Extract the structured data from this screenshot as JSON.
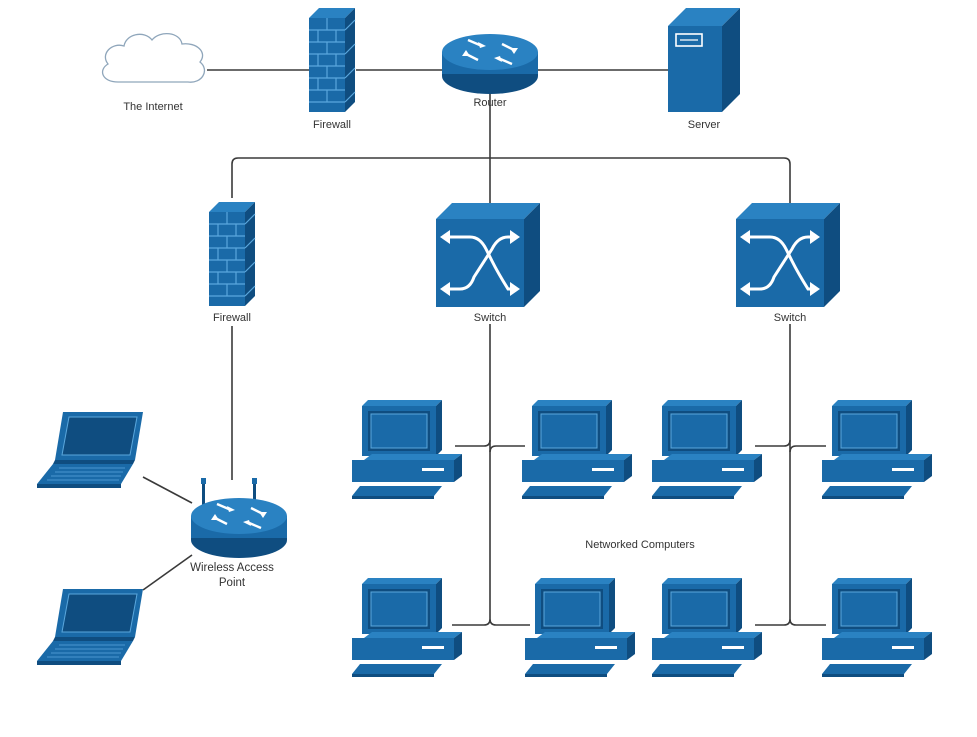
{
  "diagram": {
    "nodes": {
      "internet": {
        "label": "The Internet",
        "icon": "cloud-icon"
      },
      "firewall_top": {
        "label": "Firewall",
        "icon": "firewall-icon"
      },
      "router": {
        "label": "Router",
        "icon": "router-icon"
      },
      "server": {
        "label": "Server",
        "icon": "server-icon"
      },
      "firewall_left": {
        "label": "Firewall",
        "icon": "firewall-icon"
      },
      "switch_center": {
        "label": "Switch",
        "icon": "switch-icon"
      },
      "switch_right": {
        "label": "Switch",
        "icon": "switch-icon"
      },
      "wap": {
        "label_line1": "Wireless Access",
        "label_line2": "Point",
        "icon": "wireless-router-icon"
      },
      "laptops": {
        "icon": "laptop-icon",
        "count": 2
      },
      "computers": {
        "icon": "desktop-computer-icon",
        "count": 8
      }
    },
    "group_label": "Networked Computers",
    "colors": {
      "device_fill": "#1a6aa8",
      "device_dark": "#0f4d80",
      "device_light": "#2a82c2",
      "connector": "#3a3a3a",
      "cloud_stroke": "#8fa6bb"
    }
  }
}
